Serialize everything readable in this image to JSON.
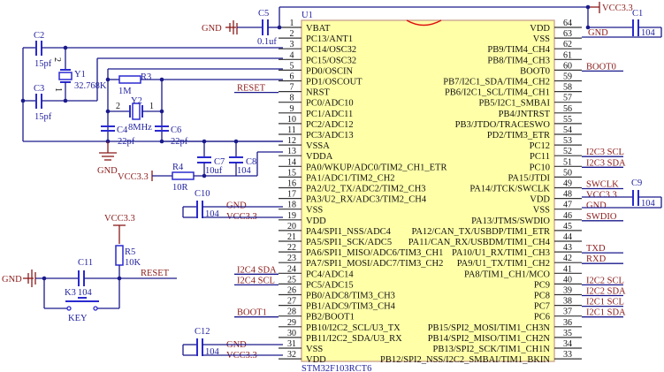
{
  "chip": {
    "ref": "U1",
    "part": "STM32F103RCT6",
    "body_color": "#ffffa8",
    "left_pins": [
      {
        "num": "1",
        "name": "VBAT"
      },
      {
        "num": "2",
        "name": "PC13/ANT1"
      },
      {
        "num": "3",
        "name": "PC14/OSC32"
      },
      {
        "num": "4",
        "name": "PC15/OSC32"
      },
      {
        "num": "5",
        "name": "PD0/OSCIN"
      },
      {
        "num": "6",
        "name": "PD1/OSCOUT"
      },
      {
        "num": "7",
        "name": "NRST"
      },
      {
        "num": "8",
        "name": "PC0/ADC10"
      },
      {
        "num": "9",
        "name": "PC1/ADC11"
      },
      {
        "num": "10",
        "name": "PC2/ADC12"
      },
      {
        "num": "11",
        "name": "PC3/ADC13"
      },
      {
        "num": "12",
        "name": "VSSA"
      },
      {
        "num": "13",
        "name": "VDDA"
      },
      {
        "num": "14",
        "name": "PA0/WKUP/ADC0/TIM2_CH1_ETR"
      },
      {
        "num": "15",
        "name": "PA1/ADC1/TIM2_CH2"
      },
      {
        "num": "16",
        "name": "PA2/U2_TX/ADC2/TIM2_CH3"
      },
      {
        "num": "17",
        "name": "PA3/U2_RX/ADC3/TIM2_CH4"
      },
      {
        "num": "18",
        "name": "VSS"
      },
      {
        "num": "19",
        "name": "VDD"
      },
      {
        "num": "20",
        "name": "PA4/SPI1_NSS/ADC4"
      },
      {
        "num": "21",
        "name": "PA5/SPI1_SCK/ADC5"
      },
      {
        "num": "22",
        "name": "PA6/SPI1_MISO/ADC6/TIM3_CH1"
      },
      {
        "num": "23",
        "name": "PA7/SPI1_MOSI/ADC7/TIM3_CH2"
      },
      {
        "num": "24",
        "name": "PC4/ADC14"
      },
      {
        "num": "25",
        "name": "PC5/ADC15"
      },
      {
        "num": "26",
        "name": "PB0/ADC8/TIM3_CH3"
      },
      {
        "num": "27",
        "name": "PB1/ADC9/TIM3_CH4"
      },
      {
        "num": "28",
        "name": "PB2/BOOT1"
      },
      {
        "num": "29",
        "name": "PB10/I2C2_SCL/U3_TX"
      },
      {
        "num": "30",
        "name": "PB11/I2C2_SDA/U3_RX"
      },
      {
        "num": "31",
        "name": "VSS"
      },
      {
        "num": "32",
        "name": "VDD"
      }
    ],
    "right_pins": [
      {
        "num": "64",
        "name": "VDD"
      },
      {
        "num": "63",
        "name": "VSS"
      },
      {
        "num": "62",
        "name": "PB9/TIM4_CH4"
      },
      {
        "num": "61",
        "name": "PB8/TIM4_CH3"
      },
      {
        "num": "60",
        "name": "BOOT0"
      },
      {
        "num": "59",
        "name": "PB7/I2C1_SDA/TIM4_CH2"
      },
      {
        "num": "58",
        "name": "PB6/I2C1_SCL/TIM4_CH1"
      },
      {
        "num": "57",
        "name": "PB5/I2C1_SMBAI"
      },
      {
        "num": "56",
        "name": "PB4/JNTRST"
      },
      {
        "num": "55",
        "name": "PB3/JTDO/TRACESWO"
      },
      {
        "num": "54",
        "name": "PD2/TIM3_ETR"
      },
      {
        "num": "53",
        "name": "PC12"
      },
      {
        "num": "52",
        "name": "PC11"
      },
      {
        "num": "51",
        "name": "PC10"
      },
      {
        "num": "50",
        "name": "PA15/JTDI"
      },
      {
        "num": "49",
        "name": "PA14/JTCK/SWCLK"
      },
      {
        "num": "48",
        "name": "VDD"
      },
      {
        "num": "47",
        "name": "VSS"
      },
      {
        "num": "46",
        "name": "PA13/JTMS/SWDIO"
      },
      {
        "num": "45",
        "name": "PA12/CAN_TX/USBDP/TIM1_ETR"
      },
      {
        "num": "44",
        "name": "PA11/CAN_RX/USBDM/TIM1_CH4"
      },
      {
        "num": "43",
        "name": "PA10/U1_RX/TIM1_CH3"
      },
      {
        "num": "42",
        "name": "PA9/U1_TX/TIM1_CH2"
      },
      {
        "num": "41",
        "name": "PA8/TIM1_CH1/MCO"
      },
      {
        "num": "40",
        "name": "PC9"
      },
      {
        "num": "39",
        "name": "PC8"
      },
      {
        "num": "38",
        "name": "PC7"
      },
      {
        "num": "37",
        "name": "PC6"
      },
      {
        "num": "36",
        "name": "PB15/SPI2_MOSI/TIM1_CH3N"
      },
      {
        "num": "35",
        "name": "PB14/SPI2_MISO/TIM1_CH2N"
      },
      {
        "num": "34",
        "name": "PB13/SPI2_SCK/TIM1_CH1N"
      },
      {
        "num": "33",
        "name": "PB12/SPI2_NSS/I2C2_SMBAI/TIM1_BKIN"
      }
    ]
  },
  "nets": {
    "right": [
      {
        "pin": "60",
        "label": "BOOT0"
      },
      {
        "pin": "52",
        "label": "I2C3_SCL"
      },
      {
        "pin": "51",
        "label": "I2C3_SDA"
      },
      {
        "pin": "49",
        "label": "SWCLK"
      },
      {
        "pin": "48",
        "label": "VCC3.3"
      },
      {
        "pin": "47",
        "label": "GND"
      },
      {
        "pin": "46",
        "label": "SWDIO"
      },
      {
        "pin": "43",
        "label": "TXD"
      },
      {
        "pin": "42",
        "label": "RXD"
      },
      {
        "pin": "40",
        "label": "I2C2_SCL"
      },
      {
        "pin": "39",
        "label": "I2C2_SDA"
      },
      {
        "pin": "38",
        "label": "I2C1_SCL"
      },
      {
        "pin": "37",
        "label": "I2C1_SDA"
      }
    ],
    "left": [
      {
        "pin": "7",
        "label": "RESET"
      },
      {
        "pin": "18",
        "label": "GND"
      },
      {
        "pin": "19",
        "label": "VCC3.3"
      },
      {
        "pin": "24",
        "label": "I2C4_SDA"
      },
      {
        "pin": "25",
        "label": "I2C4_SCL"
      },
      {
        "pin": "28",
        "label": "BOOT1"
      },
      {
        "pin": "31",
        "label": "GND"
      },
      {
        "pin": "32",
        "label": "VCC3.3"
      }
    ],
    "top_vcc": "VCC3.3",
    "top_gnd": "GND",
    "top_right_gnd": "GND"
  },
  "components": {
    "C1": {
      "ref": "C1",
      "value": "104"
    },
    "C2": {
      "ref": "C2",
      "value": "15pf"
    },
    "C3": {
      "ref": "C3",
      "value": "15pf"
    },
    "C4": {
      "ref": "C4",
      "value": "22pf"
    },
    "C5": {
      "ref": "C5",
      "value": "0.1uf"
    },
    "C6": {
      "ref": "C6",
      "value": "22pf"
    },
    "C7": {
      "ref": "C7",
      "value": "10uf"
    },
    "C8": {
      "ref": "C8",
      "value": "104"
    },
    "C9": {
      "ref": "C9",
      "value": "104"
    },
    "C10": {
      "ref": "C10",
      "value": "104"
    },
    "C11": {
      "ref": "C11",
      "value": "104"
    },
    "C12": {
      "ref": "C12",
      "value": "104"
    },
    "R3": {
      "ref": "R3",
      "value": "1M"
    },
    "R4": {
      "ref": "R4",
      "value": "10R"
    },
    "R5": {
      "ref": "R5",
      "value": "10K"
    },
    "Y1": {
      "ref": "Y1",
      "value": "32.768K",
      "pin1": "1",
      "pin2": "2"
    },
    "Y2": {
      "ref": "Y2",
      "value": "8MHz",
      "pin1": "1",
      "pin2": "2"
    },
    "K3": {
      "ref": "K3",
      "value": "KEY"
    }
  },
  "power_labels": {
    "gnd": "GND",
    "vcc": "VCC3.3",
    "reset": "RESET"
  }
}
